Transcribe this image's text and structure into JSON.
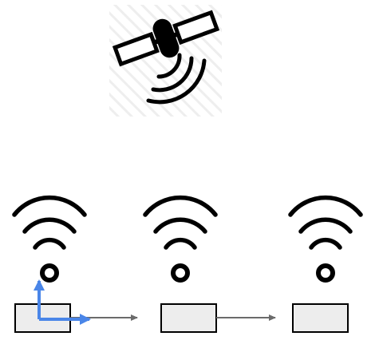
{
  "diagram": {
    "icons": {
      "satellite": "satellite-icon",
      "signal": "wifi-signal-icon",
      "axes": "coordinate-axes-icon"
    },
    "nodes": [
      {
        "id": "node-1",
        "icon": "wifi-signal-icon"
      },
      {
        "id": "node-2",
        "icon": "wifi-signal-icon"
      },
      {
        "id": "node-3",
        "icon": "wifi-signal-icon"
      }
    ],
    "edges": [
      {
        "from": "node-1",
        "to": "node-2"
      },
      {
        "from": "node-2",
        "to": "node-3"
      }
    ],
    "colors": {
      "stroke": "#000000",
      "box_fill": "#ededed",
      "arrow": "#6b6b6b",
      "axis": "#4a86e8",
      "hatch": "#eeeeee"
    }
  }
}
